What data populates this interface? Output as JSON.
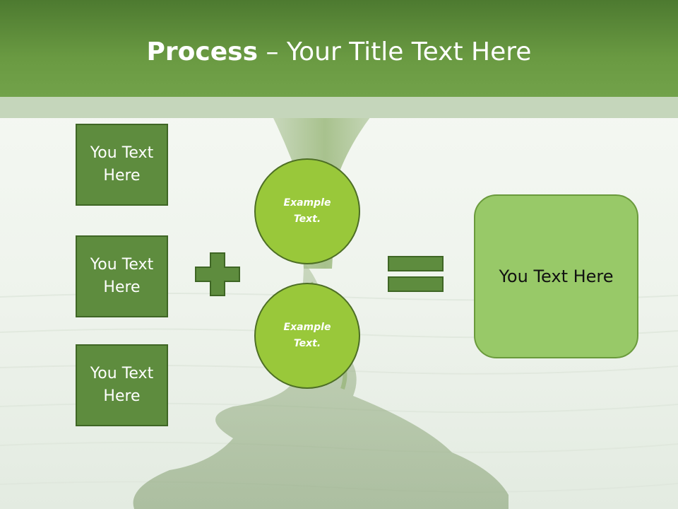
{
  "slide": {
    "title_bold": "Process",
    "title_rest": " – Your Title Text Here",
    "boxes": [
      {
        "label": "You Text Here"
      },
      {
        "label": "You Text Here"
      },
      {
        "label": "You Text Here"
      }
    ],
    "operator_plus": "plus-icon",
    "operator_equals": "equals-icon",
    "circles": [
      {
        "label": "Example Text."
      },
      {
        "label": "Example Text."
      }
    ],
    "result": {
      "label": "You Text Here"
    }
  },
  "colors": {
    "header_dark": "#4d7a30",
    "header_light": "#72a24a",
    "header_strip": "#c5d6bb",
    "box_fill": "#5e8c3e",
    "circle_fill": "#99c83a",
    "result_fill": "#98c968",
    "operator_fill": "#5e8c3e"
  }
}
